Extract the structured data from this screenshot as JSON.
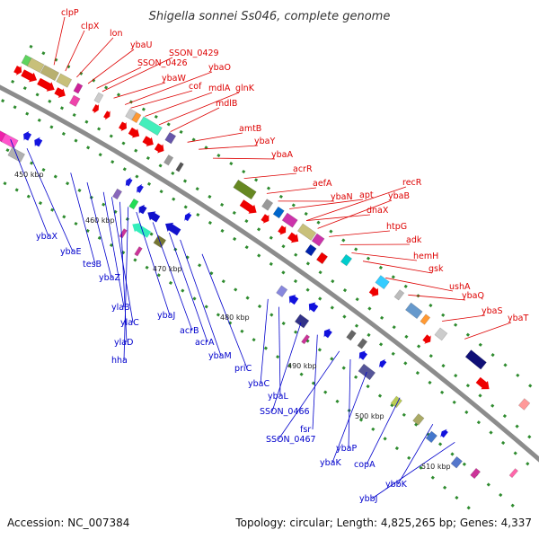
{
  "title": "Shigella sonnei Ss046, complete genome",
  "footer_left": "Accession: NC_007384",
  "footer_right": "Topology: circular; Length: 4,825,265 bp; Genes: 4,337",
  "colors": {
    "top_label": "#dd0000",
    "bottom_label": "#0000cc",
    "backbone": "#8c8c8c",
    "tick": "#2e8b2e"
  },
  "scale_labels": [
    "450 kbp",
    "460 kbp",
    "470 kbp",
    "480 kbp",
    "490 kbp",
    "500 kbp",
    "510 kbp"
  ],
  "top_genes": [
    "clpP",
    "clpX",
    "lon",
    "ybaU",
    "SSON_0429",
    "SSON_0426",
    "ybaO",
    "ybaW",
    "cof",
    "mdlA",
    "glnK",
    "mdlB",
    "amtB",
    "ybaY",
    "ybaA",
    "acrR",
    "aefA",
    "ybaN",
    "apt",
    "recR",
    "dnaX",
    "ybaB",
    "htpG",
    "adk",
    "hemH",
    "gsk",
    "ushA",
    "ybaQ",
    "ybaS",
    "ybaT"
  ],
  "bottom_genes": [
    "ybaX",
    "ybaE",
    "tesB",
    "ybaZ",
    "ylaB",
    "ylaC",
    "ylaD",
    "hha",
    "ybaJ",
    "acrB",
    "acrA",
    "ybaM",
    "priC",
    "ybaC",
    "ybaL",
    "SSON_0466",
    "fsr",
    "SSON_0467",
    "ybaP",
    "ybaK",
    "copA",
    "ybbK",
    "ybbJ"
  ]
}
